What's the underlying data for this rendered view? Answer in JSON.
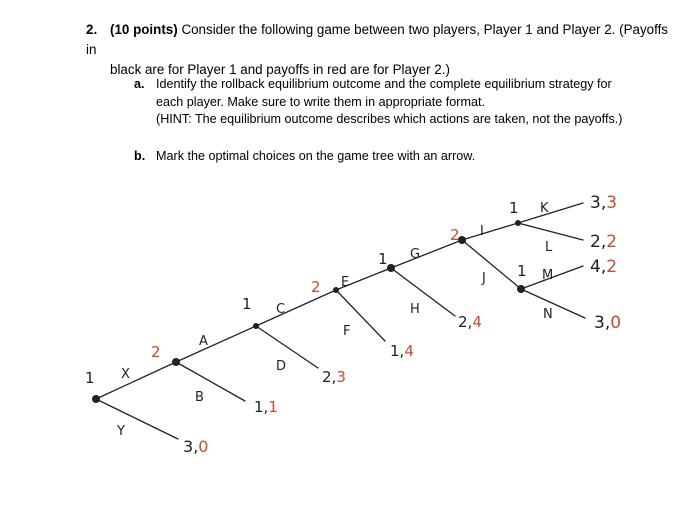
{
  "question": {
    "number": "2.",
    "points": "(10 points)",
    "text_line1": "Consider the following game between two players, Player 1 and Player 2. (Payoffs in",
    "text_line2": "black are for Player 1 and payoffs in red are for Player 2.)"
  },
  "parts": [
    {
      "label": "a.",
      "lines": [
        "Identify the rollback equilibrium outcome and the complete equilibrium strategy for",
        "each player. Make sure to write them in appropriate format.",
        "(HINT: The equilibrium outcome describes which actions are taken, not the payoffs.)"
      ]
    },
    {
      "label": "b.",
      "lines": [
        "Mark the optimal choices on the game tree with an arrow."
      ]
    }
  ],
  "tree": {
    "node_labels": [
      "1",
      "2",
      "1",
      "2",
      "1",
      "2",
      "1",
      "1"
    ],
    "actions": [
      "X",
      "Y",
      "A",
      "B",
      "C",
      "D",
      "E",
      "F",
      "G",
      "H",
      "I",
      "J",
      "K",
      "L",
      "M",
      "N"
    ],
    "payoffs": [
      {
        "p1": "3",
        "p2": "0"
      },
      {
        "p1": "1",
        "p2": "1"
      },
      {
        "p1": "2",
        "p2": "3"
      },
      {
        "p1": "1",
        "p2": "4"
      },
      {
        "p1": "2",
        "p2": "4"
      },
      {
        "p1": "3",
        "p2": "3"
      },
      {
        "p1": "2",
        "p2": "2"
      },
      {
        "p1": "4",
        "p2": "2"
      },
      {
        "p1": "3",
        "p2": "0"
      }
    ],
    "colors": {
      "player1": "#222222",
      "player2": "#d24a2a"
    }
  }
}
